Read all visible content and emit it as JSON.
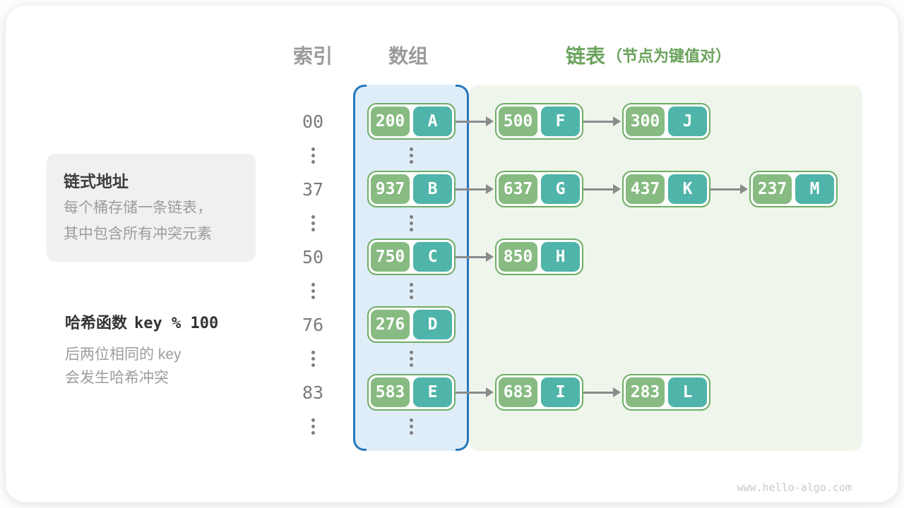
{
  "headers": {
    "index": "索引",
    "array": "数组",
    "list": "链表",
    "list_note": "（节点为键值对）"
  },
  "info_box": {
    "title": "链式地址",
    "lines": [
      "每个桶存储一条链表，",
      "其中包含所有冲突元素"
    ]
  },
  "hash_note": {
    "label": "哈希函数",
    "formula": "key % 100",
    "lines": [
      "后两位相同的 key",
      "会发生哈希冲突"
    ]
  },
  "hash_table": {
    "rows": [
      {
        "index": "00",
        "bucket": {
          "key": "200",
          "value": "A"
        },
        "chain": [
          {
            "key": "500",
            "value": "F"
          },
          {
            "key": "300",
            "value": "J"
          }
        ]
      },
      {
        "index": "37",
        "bucket": {
          "key": "937",
          "value": "B"
        },
        "chain": [
          {
            "key": "637",
            "value": "G"
          },
          {
            "key": "437",
            "value": "K"
          },
          {
            "key": "237",
            "value": "M"
          }
        ]
      },
      {
        "index": "50",
        "bucket": {
          "key": "750",
          "value": "C"
        },
        "chain": [
          {
            "key": "850",
            "value": "H"
          }
        ]
      },
      {
        "index": "76",
        "bucket": {
          "key": "276",
          "value": "D"
        },
        "chain": []
      },
      {
        "index": "83",
        "bucket": {
          "key": "583",
          "value": "E"
        },
        "chain": [
          {
            "key": "683",
            "value": "I"
          },
          {
            "key": "283",
            "value": "L"
          }
        ]
      }
    ]
  },
  "colors": {
    "accent_blue": "#2478bd",
    "array_bg": "#dfedf8",
    "panel_green": "#eef5eb",
    "node_border": "#6fad66",
    "key_green": "#87bb81",
    "val_teal": "#4fb4a9",
    "arrow_gray": "#8b8b8b",
    "header_gray": "#9a9a9a",
    "header_green": "#6aa35c",
    "text_gray": "#9d9d9d",
    "index_gray": "#7b7b7b",
    "dot_gray": "#7e7e7e",
    "watermark_gray": "#c9c9c9"
  },
  "watermark": "www.hello-algo.com"
}
